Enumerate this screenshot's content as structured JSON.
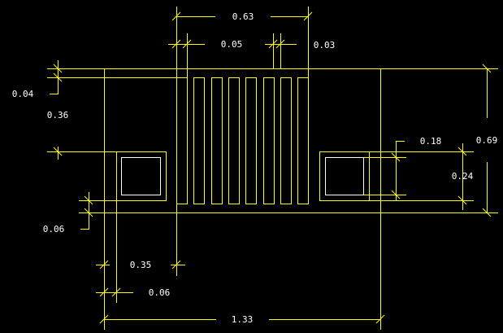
{
  "drawing": {
    "colors": {
      "background": "#000000",
      "geometry": "#ffff00",
      "pad_inner": "#ffffff",
      "text": "#ffffff"
    },
    "dimensions": {
      "top_width": "0.63",
      "finger_width": "0.05",
      "finger_gap": "0.03",
      "top_margin": "0.04",
      "pad_offset_top": "0.36",
      "pad_offset_bottom": "0.06",
      "left_to_comb": "0.35",
      "left_inset": "0.06",
      "total_width": "1.33",
      "pad_inner_height": "0.18",
      "pad_outer_height": "0.24",
      "total_height": "0.69"
    }
  }
}
